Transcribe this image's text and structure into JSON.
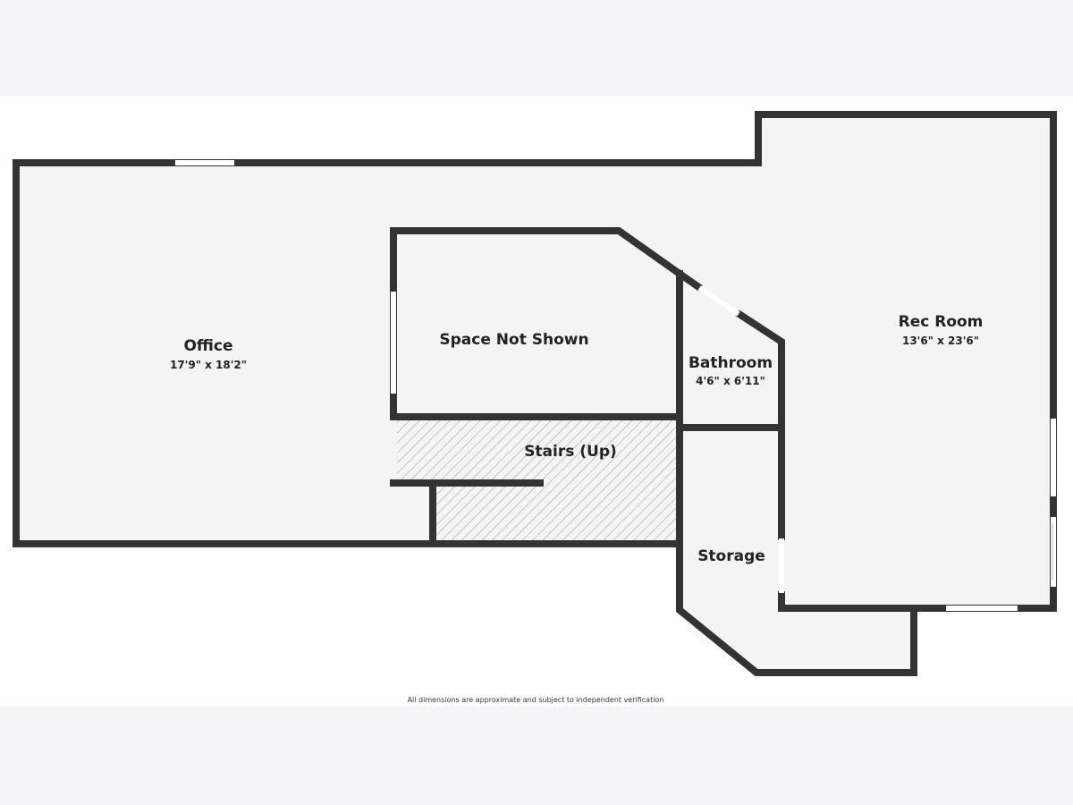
{
  "rooms": [
    {
      "name": "Office",
      "dimensions": "17'9\" x 18'2\""
    },
    {
      "name": "Space Not Shown"
    },
    {
      "name": "Bathroom",
      "dimensions": "4'6\" x 6'11\""
    },
    {
      "name": "Rec Room",
      "dimensions": "13'6\" x 23'6\""
    },
    {
      "name": "Stairs (Up)"
    },
    {
      "name": "Storage"
    }
  ],
  "disclaimer": "All dimensions are approximate and subject to independent verification",
  "colors": {
    "wall": "#333333",
    "floor": "#f4f4f4",
    "margin": "#f5f4f7"
  }
}
